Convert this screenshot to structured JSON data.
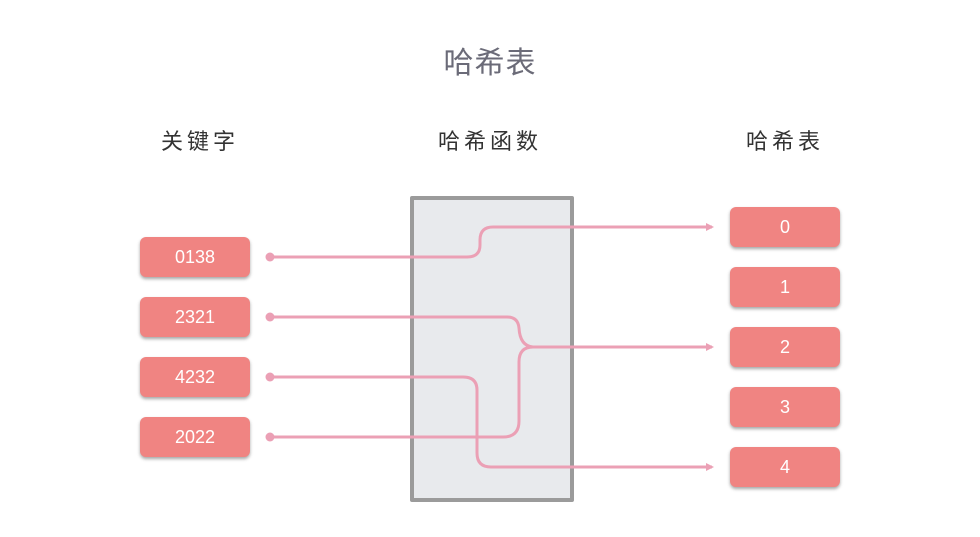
{
  "title": "哈希表",
  "columns": {
    "keys_header": "关键字",
    "function_header": "哈希函数",
    "table_header": "哈希表"
  },
  "keys": [
    "0138",
    "2321",
    "4232",
    "2022"
  ],
  "buckets": [
    "0",
    "1",
    "2",
    "3",
    "4"
  ],
  "mappings": [
    {
      "key": "0138",
      "bucket": "0"
    },
    {
      "key": "2321",
      "bucket": "2"
    },
    {
      "key": "4232",
      "bucket": "4"
    },
    {
      "key": "2022",
      "bucket": "2"
    }
  ],
  "colors": {
    "box": "#f08482",
    "line": "#eba0b5",
    "function_fill": "#e8eaed",
    "function_border": "#9b9b9b"
  }
}
